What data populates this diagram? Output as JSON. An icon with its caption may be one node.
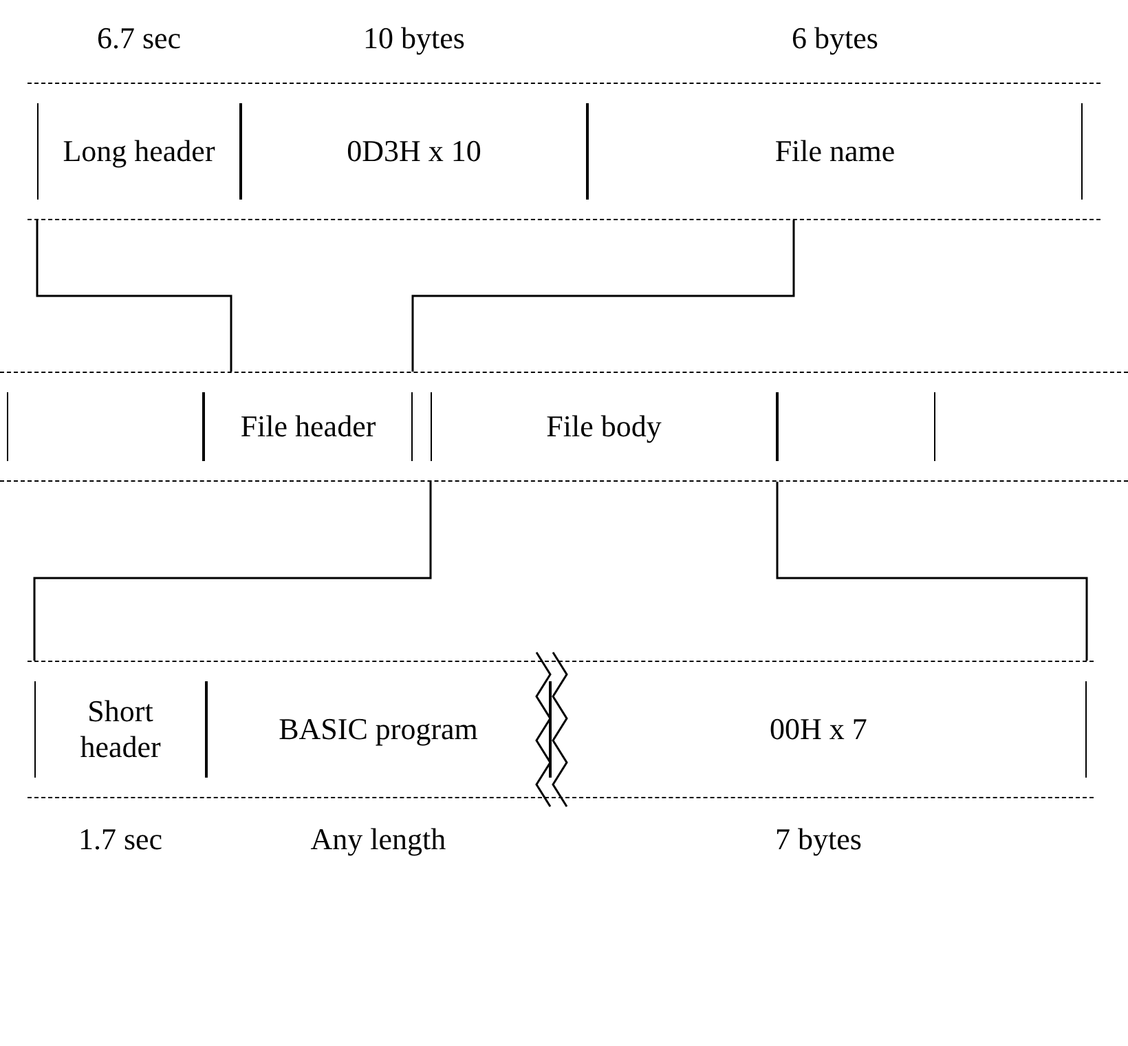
{
  "diagram": {
    "nodes": [
      {
        "text": [],
        "shape": "box"
      },
      {
        "text": [
          "Long header"
        ],
        "in": 0,
        "beside": [
          "6.7 sec"
        ]
      },
      {
        "text": [
          "0D3H x 10"
        ],
        "in": 0,
        "beside": [
          "10 bytes"
        ]
      },
      {
        "text": [
          "File name"
        ],
        "in": 0,
        "beside": [
          "6 bytes"
        ]
      },
      {
        "text": [],
        "shape": "box"
      },
      {
        "text": [],
        "shape": "box",
        "in": 4
      },
      {
        "text": [
          "File header"
        ],
        "in": 4
      },
      {
        "text": [
          "File body"
        ],
        "in": 4
      },
      {
        "text": [],
        "shape": "box",
        "in": 4
      },
      {
        "text": [],
        "shape": "box"
      },
      {
        "text": [
          "Short header"
        ],
        "in": 9,
        "beside": [
          "1.7 sec"
        ]
      },
      {
        "text": [
          "BASIC program"
        ],
        "in": 9,
        "beside": [
          "Any length"
        ]
      },
      {
        "text": [
          "00H x 7"
        ],
        "in": 9,
        "beside": [
          "7 bytes"
        ]
      }
    ],
    "edges": [
      {
        "from": 6,
        "to": 0,
        "arrow": "none"
      },
      {
        "from": 7,
        "to": 9,
        "arrow": "none"
      }
    ]
  }
}
